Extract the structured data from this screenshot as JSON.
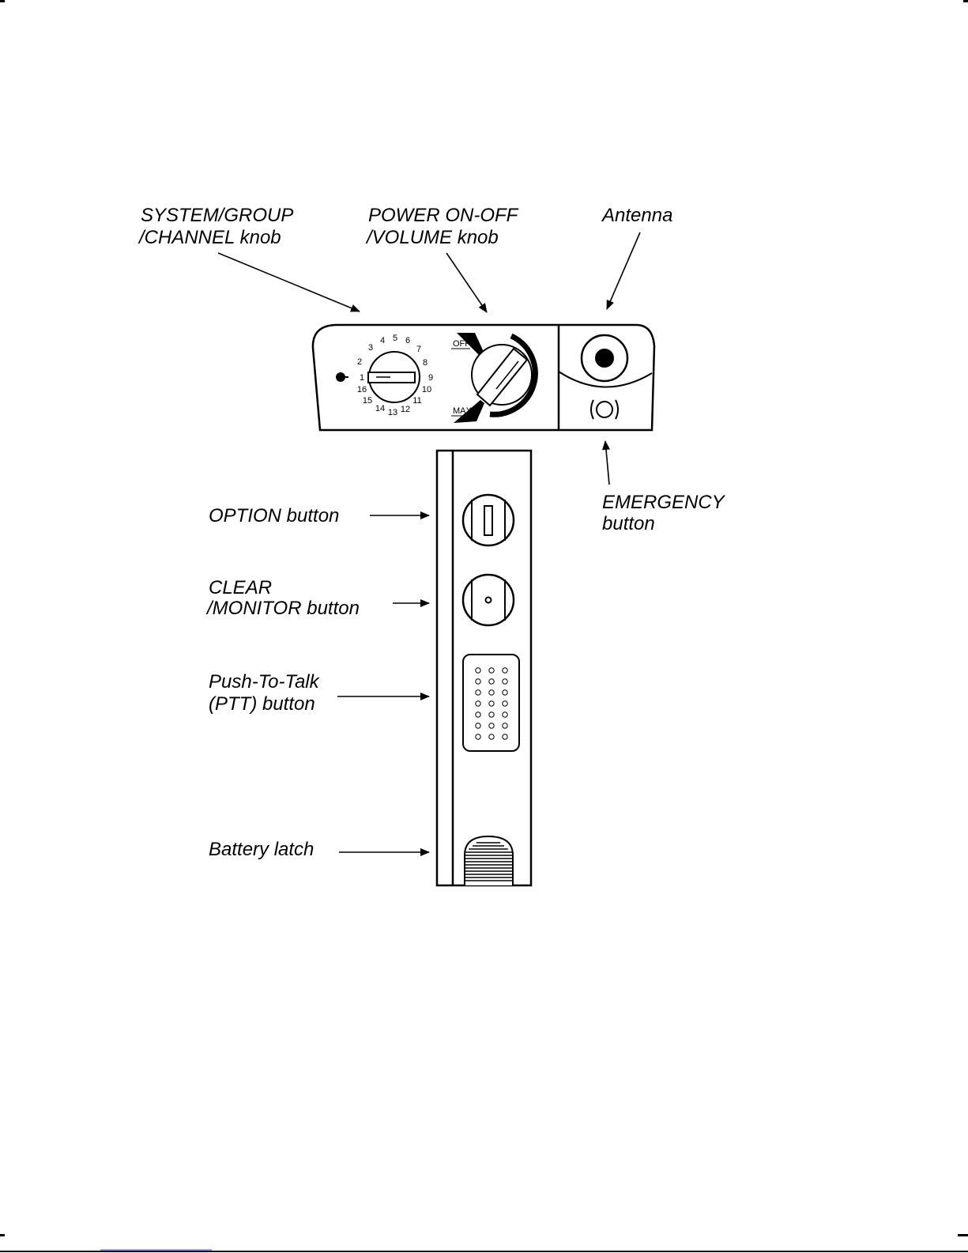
{
  "labels": {
    "system_group_channel_knob": [
      "SYSTEM/GROUP",
      "/CHANNEL  knob"
    ],
    "power_volume_knob": [
      "POWER  ON-OFF",
      "/VOLUME  knob"
    ],
    "antenna": "Antenna",
    "emergency_button": [
      "EMERGENCY",
      "button"
    ],
    "option_button": "OPTION  button",
    "clear_monitor_button": [
      "CLEAR",
      "/MONITOR  button"
    ],
    "ptt_button": [
      "Push-To-Talk",
      "(PTT)  button"
    ],
    "battery_latch": "Battery  latch"
  },
  "channel_dial": {
    "numbers": [
      "1",
      "2",
      "3",
      "4",
      "5",
      "6",
      "7",
      "8",
      "9",
      "10",
      "11",
      "12",
      "13",
      "14",
      "15",
      "16"
    ]
  },
  "volume_dial": {
    "off_label": "OFF",
    "max_label": "MAX"
  },
  "emergency_symbol": "(◯)"
}
